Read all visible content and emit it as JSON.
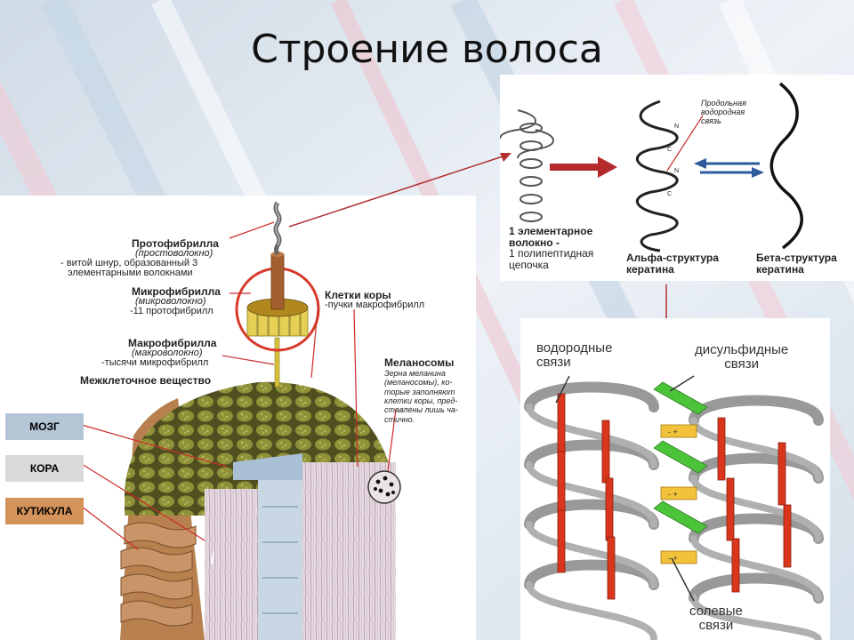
{
  "title": "Строение волоса",
  "left_panel": {
    "protofibril": {
      "name": "Протофибрилла",
      "alt": "(простоволокно)",
      "desc1": "- витой шнур, образованный 3",
      "desc2": "элементарными волокнами"
    },
    "microfibril": {
      "name": "Микрофибрилла",
      "alt": "(микроволокно)",
      "desc": "-11 протофибрилл"
    },
    "macrofibril": {
      "name": "Макрофибрилла",
      "alt": "(макроволокно)",
      "desc": "-тысячи микрофибрилл"
    },
    "intercellular": "Межклеточное вещество",
    "cortex_cells": {
      "name": "Клетки коры",
      "desc": "-пучки макрофибрилл"
    },
    "melanosomes": {
      "name": "Меланосомы",
      "desc": [
        "Зерна меланина",
        "(меланосомы), ко-",
        "торые заполняют",
        "клетки коры, пред-",
        "ставлены лишь ча-",
        "стично."
      ]
    },
    "legend": [
      {
        "label": "МОЗГ",
        "color": "#b4c6d6"
      },
      {
        "label": "КОРА",
        "color": "#d9d9d9"
      },
      {
        "label": "КУТИКУЛА",
        "color": "#d4935a"
      }
    ]
  },
  "top_panel": {
    "elementary_fiber": [
      "1 элементарное",
      "волокно -",
      "1 полипептидная",
      "цепочка"
    ],
    "hbond_label": [
      "Продольная",
      "водородная",
      "связь"
    ],
    "alpha": [
      "Альфа-структура",
      "кератина"
    ],
    "beta": [
      "Бета-структура",
      "кератина"
    ]
  },
  "bottom_panel": {
    "hydrogen": [
      "водородные",
      "связи"
    ],
    "disulfide": [
      "дисульфидные",
      "связи"
    ],
    "salt": [
      "солевые",
      "связи"
    ]
  },
  "colors": {
    "arrow_red": "#b03030",
    "helix_gray": "#a9a9a9",
    "hbond_red": "#d9361c",
    "disulfide_green": "#4cc43a",
    "salt_yellow": "#f2c23a",
    "cortex_olive": "#7b7d33"
  }
}
